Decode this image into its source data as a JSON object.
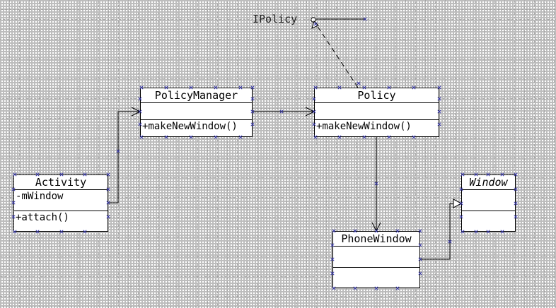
{
  "interface": {
    "name": "IPolicy"
  },
  "classes": {
    "policy_manager": {
      "name": "PolicyManager",
      "operation": "+makeNewWindow()"
    },
    "policy": {
      "name": "Policy",
      "operation": "+makeNewWindow()"
    },
    "activity": {
      "name": "Activity",
      "attribute": "-mWindow",
      "operation": "+attach()"
    },
    "phone_window": {
      "name": "PhoneWindow"
    },
    "window": {
      "name": "Window"
    }
  },
  "colors": {
    "line": "#000000",
    "handle": "#3333aa",
    "grid": "#a0a0a0"
  }
}
